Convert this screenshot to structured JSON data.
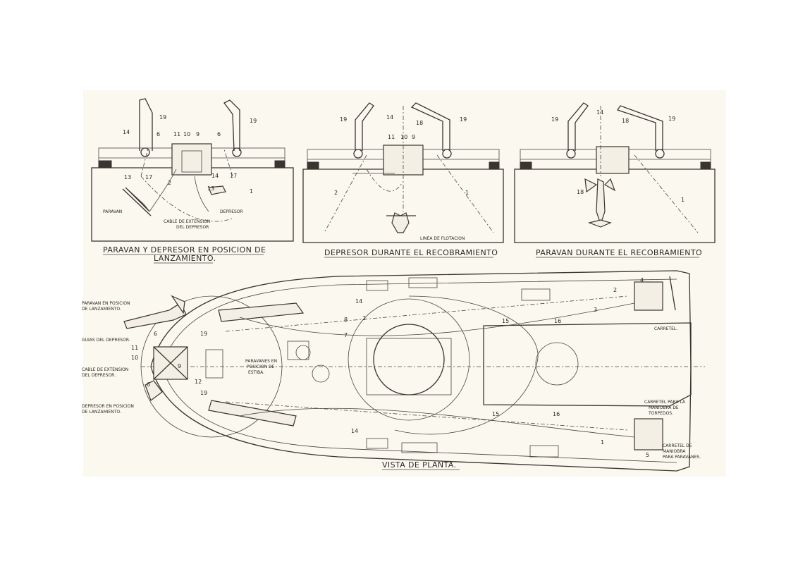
{
  "views": {
    "v1": {
      "title_1": "PARAVAN Y DEPRESOR EN POSICION DE",
      "title_2": "LANZAMIENTO.",
      "labels": {
        "paravan": "PARAVAN",
        "cable_1": "CABLE DE EXTENSION",
        "cable_2": "DEL DEPRESOR",
        "depresor": "DEPRESOR"
      },
      "numbers": {
        "n19a": "19",
        "n14a": "14",
        "n6a": "6",
        "n11": "11",
        "n10": "10",
        "n9": "9",
        "n6b": "6",
        "n19b": "19",
        "n13a": "13",
        "n17a": "17",
        "n2": "2",
        "n13b": "13",
        "n14b": "14",
        "n17b": "17",
        "n1": "1"
      }
    },
    "v2": {
      "title": "DEPRESOR DURANTE EL RECOBRAMIENTO",
      "labels": {
        "waterline": "LINEA DE FLOTACION"
      },
      "numbers": {
        "n19a": "19",
        "n14": "14",
        "n18": "18",
        "n19b": "19",
        "n11": "11",
        "n10": "10",
        "n9": "9",
        "n2": "2",
        "n1": "1"
      }
    },
    "v3": {
      "title": "PARAVAN DURANTE EL RECOBRAMIENTO",
      "numbers": {
        "n19a": "19",
        "n14": "14",
        "n18a": "18",
        "n19b": "19",
        "n18b": "18",
        "n1": "1"
      }
    },
    "plan": {
      "title": "VISTA DE PLANTA.",
      "labels": {
        "paravan_pos_1": "PARAVAN EN POSICION",
        "paravan_pos_2": "DE LANZAMIENTO.",
        "guias": "GUIAS DEL DEPRESOR.",
        "cable_1": "CABLE DE EXTENSION",
        "cable_2": "DEL DEPRESOR.",
        "depresor_1": "DEPRESOR EN POSICION",
        "depresor_2": "DE LANZAMIENTO.",
        "estiba_1": "PARAVANES EN",
        "estiba_2": "POSICION DE",
        "estiba_3": "ESTIBA.",
        "carretel": "CARRETEL.",
        "carretel_torp_1": "CARRETEL PARA LA",
        "carretel_torp_2": "MANIOBRA DE",
        "carretel_torp_3": "TORPEDOS.",
        "carretel_par_1": "CARRETEL DE",
        "carretel_par_2": "MANIOBRA",
        "carretel_par_3": "PARA PARAVANES."
      },
      "numbers": {
        "n6a": "6",
        "n11": "11",
        "n10": "10",
        "n6b": "6",
        "n19a": "19",
        "n9": "9",
        "n12": "12",
        "n19b": "19",
        "n14a": "14",
        "n8": "8",
        "n7": "7",
        "n2a": "2",
        "n15a": "15",
        "n16a": "16",
        "n3": "3",
        "n2b": "2",
        "n4": "4",
        "n14b": "14",
        "n15b": "15",
        "n16b": "16",
        "n1": "1",
        "n5": "5"
      }
    }
  }
}
